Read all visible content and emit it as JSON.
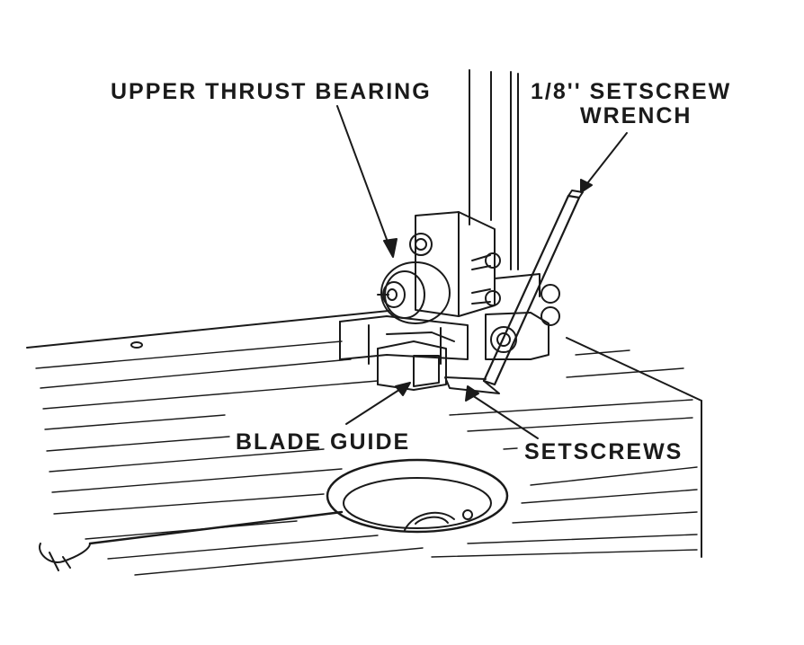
{
  "labels": {
    "upper_thrust_bearing": "UPPER THRUST BEARING",
    "wrench_line1": "1/8'' SETSCREW",
    "wrench_line2": "WRENCH",
    "blade_guide": "BLADE GUIDE",
    "setscrews": "SETSCREWS"
  },
  "style": {
    "ink": "#1a1a1a",
    "paper": "#ffffff"
  }
}
